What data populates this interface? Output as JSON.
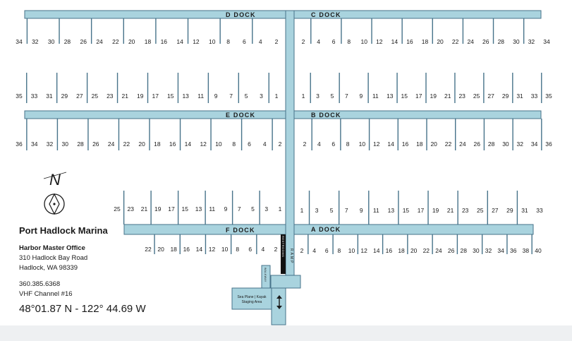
{
  "marina": {
    "name": "Port Hadlock Marina",
    "office_title": "Harbor Master Office",
    "address_line1": "310 Hadlock Bay Road",
    "address_line2": "Hadlock, WA 98339",
    "phone": "360.385.6368",
    "vhf": "VHF Channel #16",
    "coordinates": "48°01.87 N - 122° 44.69 W"
  },
  "compass": {
    "label": "N",
    "icon": "compass-rose-icon"
  },
  "docks": {
    "d": "D DOCK",
    "c": "C DOCK",
    "e": "E DOCK",
    "b": "B DOCK",
    "f": "F DOCK",
    "a": "A DOCK"
  },
  "features": {
    "ramp": "RAMP",
    "restrooms": "RESTROOMS",
    "walkway": "WALKWAY",
    "staging_line1": "Sea Plane | Kayak",
    "staging_line2": "Staging Area",
    "staging_icon": "double-arrow-icon"
  },
  "colors": {
    "water_fill": "#a9d3de",
    "dock_outline": "#47738a",
    "text": "#1a1a1a",
    "restroom": "#111111"
  },
  "slips": {
    "d_top": [
      "34",
      "32",
      "30",
      "28",
      "26",
      "24",
      "22",
      "20",
      "18",
      "16",
      "14",
      "12",
      "10",
      "8",
      "6",
      "4",
      "2"
    ],
    "d_bottom": [
      "35",
      "33",
      "31",
      "29",
      "27",
      "25",
      "23",
      "21",
      "19",
      "17",
      "15",
      "13",
      "11",
      "9",
      "7",
      "5",
      "3",
      "1"
    ],
    "c_top": [
      "2",
      "4",
      "6",
      "8",
      "10",
      "12",
      "14",
      "16",
      "18",
      "20",
      "22",
      "24",
      "26",
      "28",
      "30",
      "32",
      "34"
    ],
    "c_bottom": [
      "1",
      "3",
      "5",
      "7",
      "9",
      "11",
      "13",
      "15",
      "17",
      "19",
      "21",
      "23",
      "25",
      "27",
      "29",
      "31",
      "33",
      "35"
    ],
    "e_bottom": [
      "36",
      "34",
      "32",
      "30",
      "28",
      "26",
      "24",
      "22",
      "20",
      "18",
      "16",
      "14",
      "12",
      "10",
      "8",
      "6",
      "4",
      "2"
    ],
    "b_bottom": [
      "2",
      "4",
      "6",
      "8",
      "10",
      "12",
      "14",
      "16",
      "18",
      "20",
      "22",
      "24",
      "26",
      "28",
      "30",
      "32",
      "34",
      "36"
    ],
    "f_top": [
      "25",
      "23",
      "21",
      "19",
      "17",
      "15",
      "13",
      "11",
      "9",
      "7",
      "5",
      "3",
      "1"
    ],
    "f_bottom": [
      "22",
      "20",
      "18",
      "16",
      "14",
      "12",
      "10",
      "8",
      "6",
      "4",
      "2"
    ],
    "a_top": [
      "1",
      "3",
      "5",
      "7",
      "9",
      "11",
      "13",
      "15",
      "17",
      "19",
      "21",
      "23",
      "25",
      "27",
      "29",
      "31",
      "33"
    ],
    "a_bottom": [
      "2",
      "4",
      "6",
      "8",
      "10",
      "12",
      "14",
      "16",
      "18",
      "20",
      "22",
      "24",
      "26",
      "28",
      "30",
      "32",
      "34",
      "36",
      "38",
      "40"
    ]
  }
}
